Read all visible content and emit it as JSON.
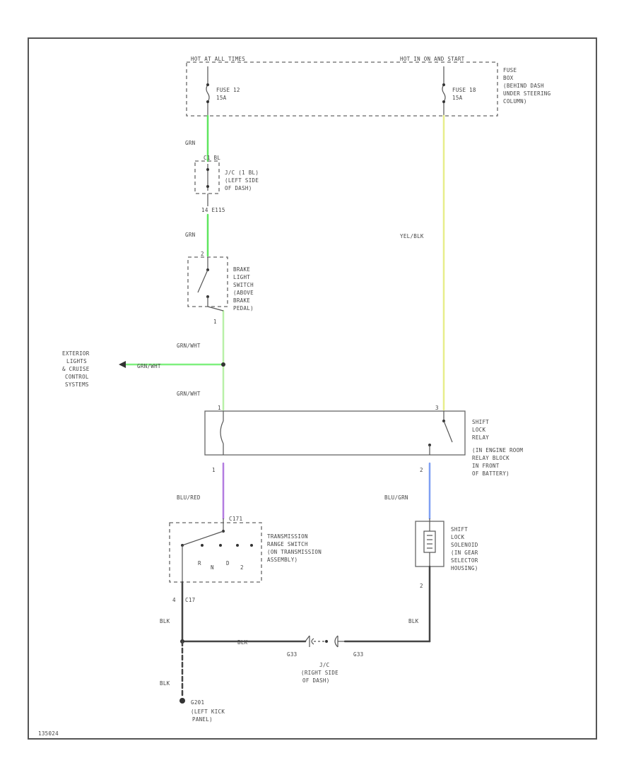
{
  "power": {
    "hot_at_all_times": "HOT AT ALL TIMES",
    "hot_in_on_start": "HOT IN ON AND START"
  },
  "fuse_box": {
    "fuse_left": [
      "FUSE 12",
      "15A"
    ],
    "fuse_right": [
      "FUSE 18",
      "15A"
    ],
    "label": [
      "FUSE",
      "BOX",
      "(BEHIND DASH",
      "UNDER STEERING",
      "COLUMN)"
    ]
  },
  "junction": {
    "connector": "C1 BL",
    "label": [
      "J/C (1 BL)",
      "(LEFT SIDE",
      "OF DASH)"
    ],
    "pins": "14   E115"
  },
  "brake_switch": {
    "label": [
      "BRAKE",
      "LIGHT",
      "SWITCH",
      "(ABOVE",
      "BRAKE",
      "PEDAL)"
    ]
  },
  "exterior": {
    "label": [
      "EXTERIOR",
      "LIGHTS",
      "& CRUISE",
      "CONTROL",
      "SYSTEMS"
    ]
  },
  "shift_relay": {
    "label": [
      "SHIFT",
      "LOCK",
      "RELAY",
      "(IN ENGINE ROOM",
      "RELAY BLOCK",
      "IN FRONT",
      "OF BATTERY)"
    ]
  },
  "transmission_switch": {
    "connector": "C171",
    "label": [
      "TRANSMISSION",
      "RANGE SWITCH",
      "(ON TRANSMISSION",
      "ASSEMBLY)"
    ],
    "positions": [
      "R",
      "N",
      "D",
      "2"
    ]
  },
  "solenoid": {
    "label": [
      "SHIFT",
      "LOCK",
      "SOLENOID",
      "(IN GEAR",
      "SELECTOR",
      "HOUSING)"
    ]
  },
  "ground_junction": {
    "label": [
      "J/C",
      "(RIGHT SIDE",
      "OF DASH)"
    ],
    "left_conn": "G33",
    "right_conn": "G33"
  },
  "ground": {
    "id": "G201",
    "label": [
      "(LEFT KICK",
      "PANEL)"
    ]
  },
  "wires": {
    "grn": "GRN",
    "grn_wht": "GRN/WHT",
    "blu_red": "BLU/RED",
    "yel_blk": "YEL/BLK",
    "blu_grn": "BLU/GRN",
    "blk": "BLK"
  },
  "pins": {
    "brake_top": "2",
    "brake_bottom": "1",
    "relay_top_left": "1",
    "relay_top_right": "3",
    "relay_bot_left": "1",
    "relay_bot_right": "2",
    "trans_bottom": "4",
    "trans_conn_bottom": "C17",
    "sol_bottom": "2"
  },
  "figure_id": "135024",
  "colors": {
    "green": "#5fe65f",
    "light_green": "#b9f0a8",
    "yellow": "#e8ee8c",
    "purple": "#b37ce0",
    "blue": "#7f9ff2",
    "black": "#444444"
  }
}
